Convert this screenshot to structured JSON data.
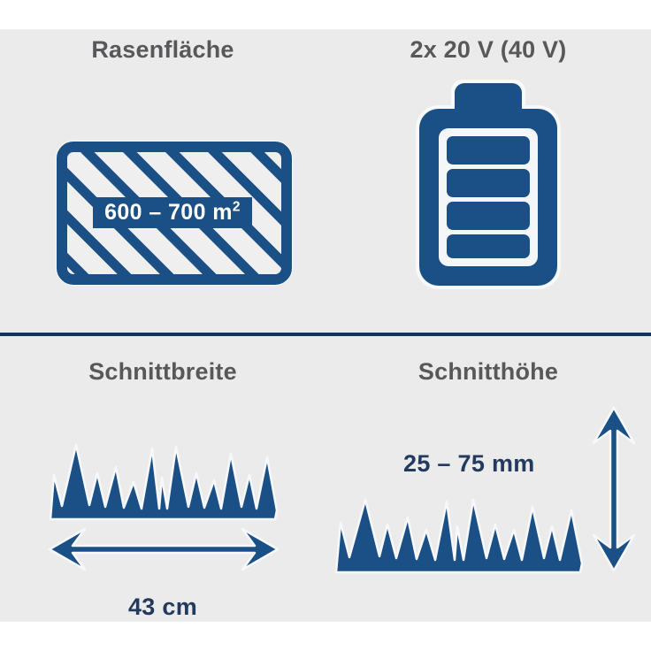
{
  "colors": {
    "background": "#ebebeb",
    "page_white": "#ffffff",
    "brand_blue": "#1a5086",
    "brand_blue_dark": "#12355e",
    "title_grey": "#58585a",
    "value_navy": "#223a5e",
    "white": "#ffffff"
  },
  "panels": {
    "lawn_area": {
      "title": "Rasenfläche",
      "value": "600 – 700 m",
      "value_superscript": "2",
      "icon": "hatched-rectangle-area-icon"
    },
    "battery": {
      "title": "2x 20 V (40 V)",
      "icon": "battery-icon",
      "segment_count": 4
    },
    "cutting_width": {
      "title": "Schnittbreite",
      "value": "43 cm",
      "icon": "grass-icon",
      "arrow_icon": "horizontal-double-arrow-icon"
    },
    "cutting_height": {
      "title": "Schnitthöhe",
      "value": "25 – 75 mm",
      "icon": "grass-icon",
      "arrow_icon": "vertical-double-arrow-icon"
    }
  }
}
